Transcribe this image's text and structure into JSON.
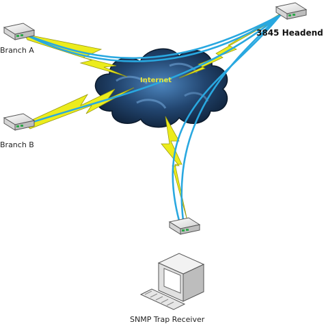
{
  "labels": {
    "branch_a": "Branch A",
    "branch_b": "Branch B",
    "headend": "3845 Headend",
    "internet": "Internet",
    "snmp_receiver": "SNMP Trap Receiver"
  },
  "colors": {
    "tunnel": "#29a8e0",
    "wan_bolt": "#ecec1c",
    "cloud": "#1f3b5f",
    "router_body": "#e9e9e9"
  },
  "icons": {
    "router": "router-icon",
    "cloud": "internet-cloud-icon",
    "workstation": "workstation-icon",
    "wan_link": "lightning-bolt-icon"
  }
}
